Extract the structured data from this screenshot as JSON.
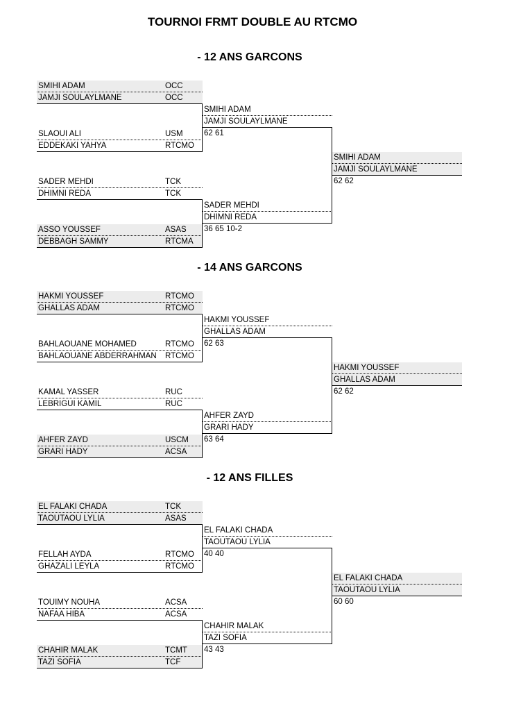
{
  "title": "TOURNOI FRMT DOUBLE AU RTCMO",
  "sections": [
    {
      "title": "- 12 ANS GARCONS",
      "r1": [
        {
          "a": {
            "name": "SMIHI ADAM",
            "club": "OCC"
          },
          "b": {
            "name": "JAMJI SOULAYLMANE",
            "club": "OCC"
          }
        },
        {
          "a": {
            "name": "SLAOUI ALI",
            "club": "USM"
          },
          "b": {
            "name": "EDDEKAKI YAHYA",
            "club": "RTCMO"
          }
        },
        {
          "a": {
            "name": "SADER MEHDI",
            "club": "TCK"
          },
          "b": {
            "name": "DHIMNI REDA",
            "club": "TCK"
          }
        },
        {
          "a": {
            "name": "ASSO YOUSSEF",
            "club": "ASAS"
          },
          "b": {
            "name": "DEBBAGH SAMMY",
            "club": "RTCMA"
          }
        }
      ],
      "r2": [
        {
          "a": "SMIHI ADAM",
          "b": "JAMJI SOULAYLMANE",
          "score": "62 61"
        },
        {
          "a": "SADER MEHDI",
          "b": "DHIMNI REDA",
          "score": "36 65 10-2"
        }
      ],
      "r3": {
        "a": "SMIHI ADAM",
        "b": "JAMJI SOULAYLMANE",
        "score": "62 62"
      }
    },
    {
      "title": "- 14 ANS GARCONS",
      "r1": [
        {
          "a": {
            "name": "HAKMI YOUSSEF",
            "club": "RTCMO"
          },
          "b": {
            "name": "GHALLAS ADAM",
            "club": "RTCMO"
          }
        },
        {
          "a": {
            "name": "BAHLAOUANE MOHAMED",
            "club": "RTCMO"
          },
          "b": {
            "name": "BAHLAOUANE ABDERRAHMAN",
            "club": "RTCMO"
          }
        },
        {
          "a": {
            "name": "KAMAL YASSER",
            "club": "RUC"
          },
          "b": {
            "name": "LEBRIGUI KAMIL",
            "club": "RUC"
          }
        },
        {
          "a": {
            "name": "AHFER ZAYD",
            "club": "USCM"
          },
          "b": {
            "name": "GRARI HADY",
            "club": "ACSA"
          }
        }
      ],
      "r2": [
        {
          "a": "HAKMI YOUSSEF",
          "b": "GHALLAS ADAM",
          "score": "62 63"
        },
        {
          "a": "AHFER ZAYD",
          "b": "GRARI HADY",
          "score": "63 64"
        }
      ],
      "r3": {
        "a": "HAKMI YOUSSEF",
        "b": "GHALLAS ADAM",
        "score": "62 62"
      }
    },
    {
      "title": "- 12 ANS FILLES",
      "r1": [
        {
          "a": {
            "name": "EL FALAKI CHADA",
            "club": "TCK"
          },
          "b": {
            "name": "TAOUTAOU LYLIA",
            "club": "ASAS"
          }
        },
        {
          "a": {
            "name": "FELLAH AYDA",
            "club": "RTCMO"
          },
          "b": {
            "name": "GHAZALI LEYLA",
            "club": "RTCMO"
          }
        },
        {
          "a": {
            "name": "TOUIMY NOUHA",
            "club": "ACSA"
          },
          "b": {
            "name": "NAFAA HIBA",
            "club": "ACSA"
          }
        },
        {
          "a": {
            "name": "CHAHIR MALAK",
            "club": "TCMT"
          },
          "b": {
            "name": "TAZI SOFIA",
            "club": "TCF"
          }
        }
      ],
      "r2": [
        {
          "a": "EL FALAKI CHADA",
          "b": "TAOUTAOU LYLIA",
          "score": "40 40"
        },
        {
          "a": "CHAHIR MALAK",
          "b": "TAZI SOFIA",
          "score": "43 43"
        }
      ],
      "r3": {
        "a": "EL FALAKI CHADA",
        "b": "TAOUTAOU LYLIA",
        "score": "60 60"
      }
    }
  ]
}
